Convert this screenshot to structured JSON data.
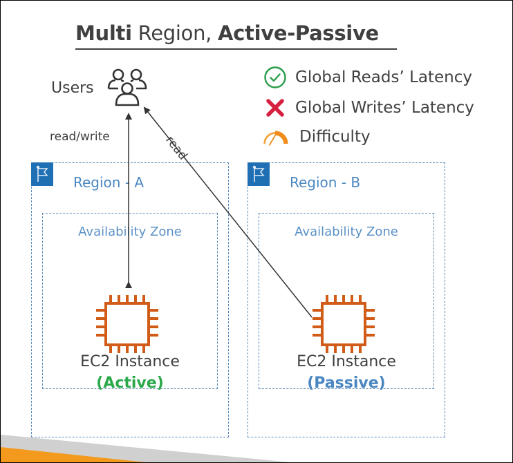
{
  "title": {
    "part1_bold": "Multi",
    "part2": " Region, ",
    "part3_bold": "Active-Passive"
  },
  "users": {
    "label": "Users",
    "icon": "users-group-icon"
  },
  "legend": [
    {
      "icon": "check-circle-icon",
      "label": "Global Reads’ Latency",
      "color": "#2a9d4a"
    },
    {
      "icon": "cross-icon",
      "label": "Global Writes’ Latency",
      "color": "#d6203f"
    },
    {
      "icon": "difficulty-gauge-icon",
      "label": "Difficulty",
      "color": "#f08c1a"
    }
  ],
  "connections": [
    {
      "label": "read/write",
      "from": "EC2 Instance (Active)",
      "to": "Users",
      "bidirectional": true
    },
    {
      "label": "read",
      "from": "EC2 Instance (Passive)",
      "to": "Users",
      "bidirectional": false
    }
  ],
  "regions": [
    {
      "name": "Region - A",
      "icon": "region-flag-icon",
      "zone": "Availability Zone",
      "instance": {
        "label": "EC2 Instance",
        "state": "(Active)",
        "state_color": "#2aa84a",
        "icon": "ec2-chip-icon"
      }
    },
    {
      "name": "Region - B",
      "icon": "region-flag-icon",
      "zone": "Availability Zone",
      "instance": {
        "label": "EC2 Instance",
        "state": "(Passive)",
        "state_color": "#4a86c1",
        "icon": "ec2-chip-icon"
      }
    }
  ],
  "colors": {
    "text": "#404040",
    "region_border": "#5a8ab5",
    "region_flag_bg": "#1f6fb5",
    "region_text": "#4a86c1",
    "ec2_orange": "#d05c17",
    "footer_gray": "#d0d0d0",
    "footer_orange": "#f39a1e"
  }
}
